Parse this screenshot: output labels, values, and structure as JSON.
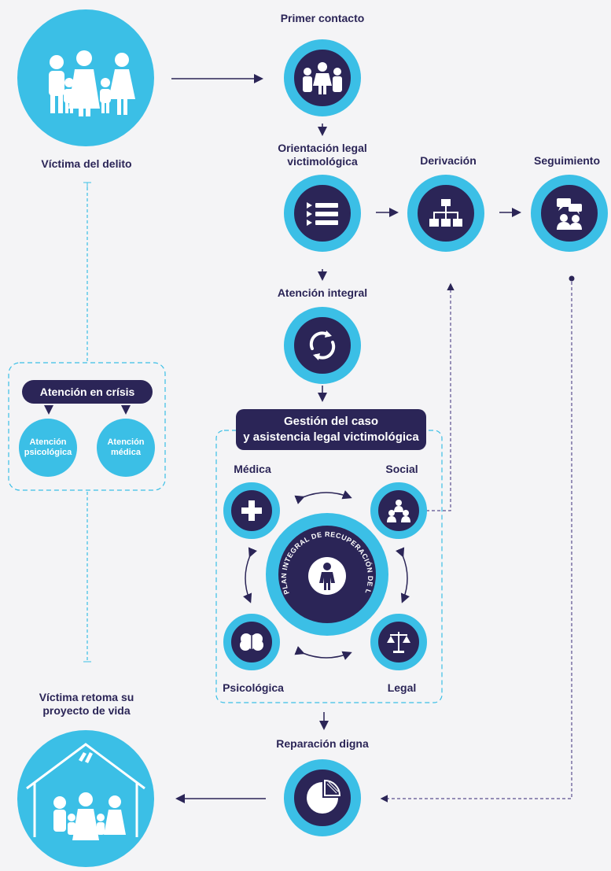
{
  "nodes": {
    "victima": "Víctima del delito",
    "primer_contacto": "Primer contacto",
    "orientacion_line1": "Orientación legal",
    "orientacion_line2": "victimológica",
    "derivacion": "Derivación",
    "seguimiento": "Seguimiento",
    "atencion_integral": "Atención integral",
    "reparacion": "Reparación digna",
    "retoma_line1": "Víctima retoma su",
    "retoma_line2": "proyecto de vida"
  },
  "crisis": {
    "title": "Atención en crísis",
    "psicologica_line1": "Atención",
    "psicologica_line2": "psicológica",
    "medica_line1": "Atención",
    "medica_line2": "médica"
  },
  "gestion": {
    "title_line1": "Gestión del caso",
    "title_line2": "y asistencia legal victimológica",
    "medica": "Médica",
    "social": "Social",
    "psicologica": "Psicológica",
    "legal": "Legal",
    "plan": "PLAN INTEGRAL DE RECUPERACIÓN DE LA VÍCTIMA"
  },
  "colors": {
    "navy": "#2b2557",
    "cyan": "#3bbfe6",
    "background": "#f4f4f6"
  }
}
